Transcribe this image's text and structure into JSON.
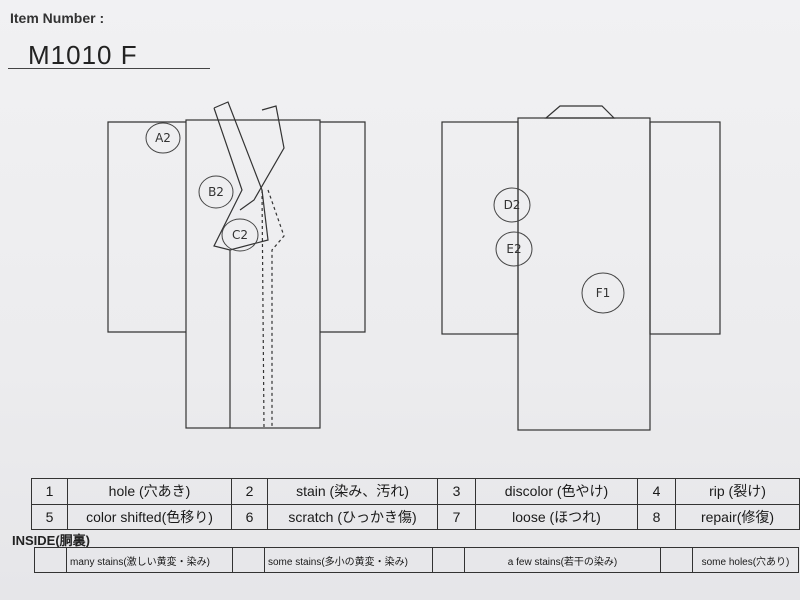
{
  "header": {
    "item_label": "Item Number :",
    "item_value": "M1010   F"
  },
  "marks": {
    "front": [
      "A2",
      "B2",
      "C2"
    ],
    "back": [
      "D2",
      "E2",
      "F1"
    ]
  },
  "legend": {
    "row1": [
      {
        "num": "1",
        "label": "hole (穴あき)"
      },
      {
        "num": "2",
        "label": "stain (染み、汚れ)"
      },
      {
        "num": "3",
        "label": "discolor (色やけ)"
      },
      {
        "num": "4",
        "label": "rip (裂け)"
      }
    ],
    "row2": [
      {
        "num": "5",
        "label": "color shifted(色移り)"
      },
      {
        "num": "6",
        "label": "scratch (ひっかき傷)"
      },
      {
        "num": "7",
        "label": "loose (ほつれ)"
      },
      {
        "num": "8",
        "label": "repair(修復)"
      }
    ]
  },
  "inside": {
    "title": "INSIDE(胴裏)",
    "options": [
      "many stains(激しい黄変・染み)",
      "some stains(多小の黄変・染み)",
      "a few stains(若干の染み)",
      "some holes(穴あり)"
    ]
  }
}
